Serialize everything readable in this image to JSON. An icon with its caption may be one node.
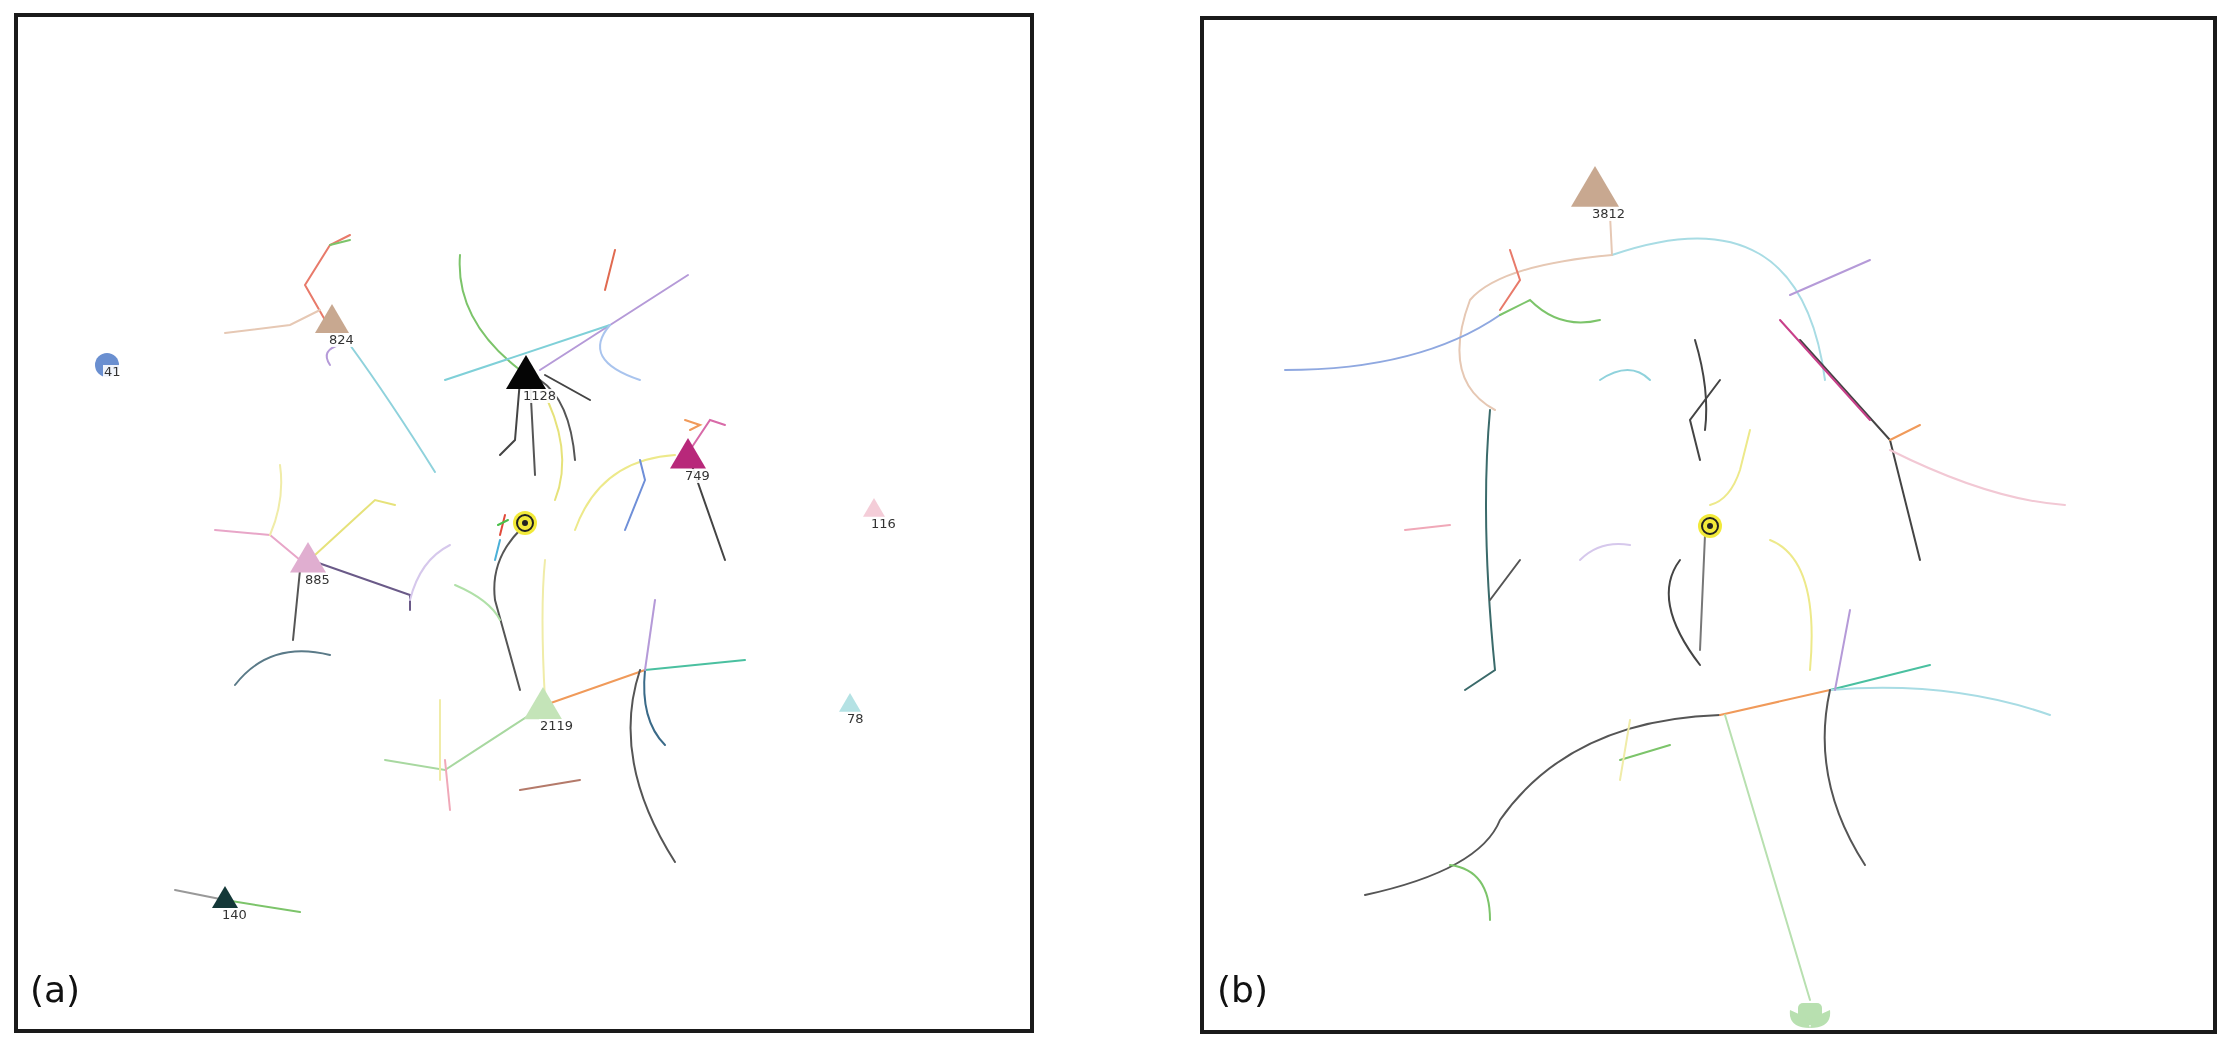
{
  "diagram": {
    "labels": [
      "(a)",
      "41",
      "824",
      "1128",
      "749",
      "116",
      "885",
      "2119",
      "78",
      "140",
      "(b)",
      "3812"
    ]
  }
}
